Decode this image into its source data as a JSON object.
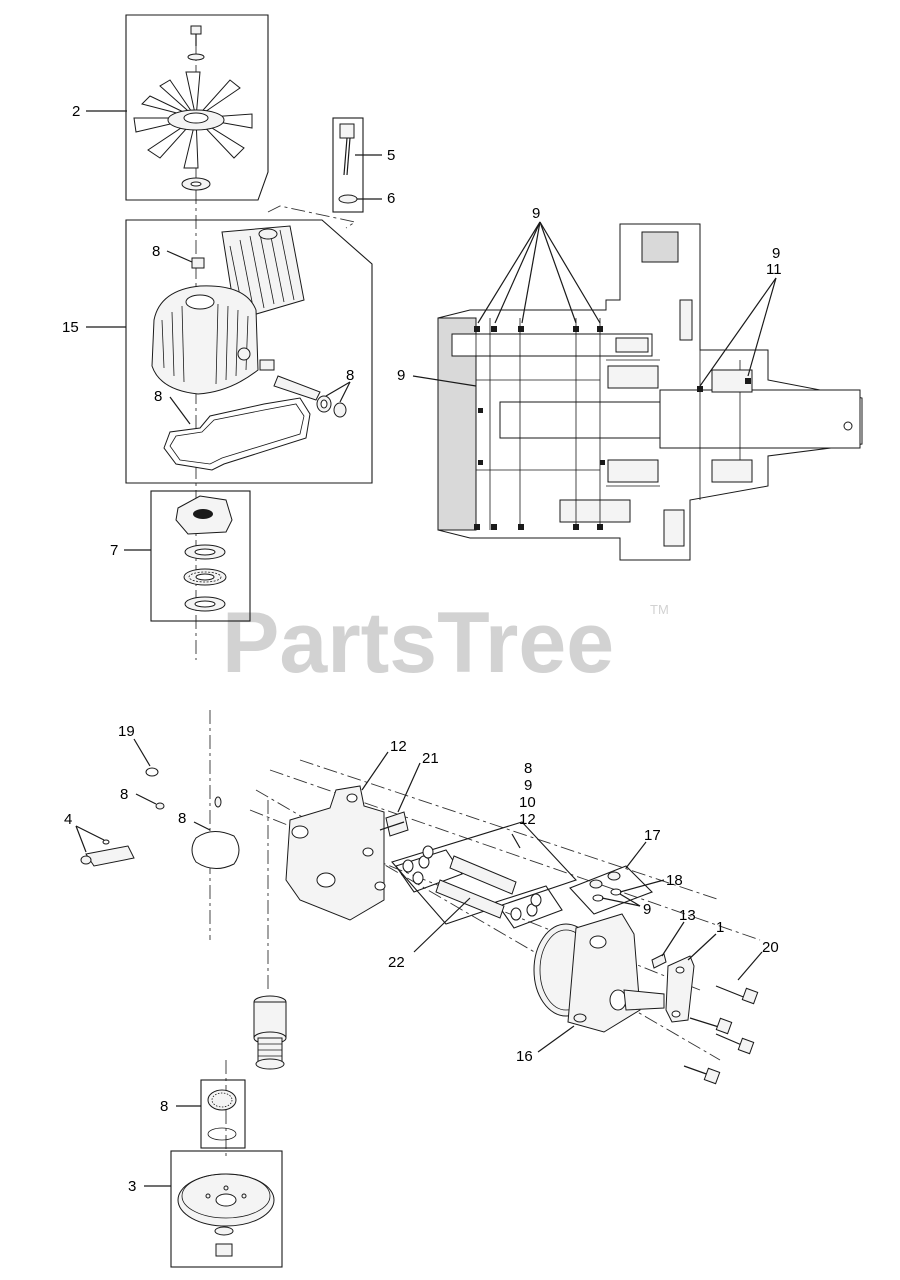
{
  "watermark": {
    "text": "PartsTree",
    "trademark": "TM",
    "color": "#d2d2d2"
  },
  "callouts": {
    "c2": "2",
    "c5": "5",
    "c6": "6",
    "c8a": "8",
    "c15": "15",
    "c8b": "8",
    "c8c": "8",
    "c7": "7",
    "c9a": "9",
    "c9b": "9",
    "c11": "11",
    "c9c": "9",
    "c19": "19",
    "c8d": "8",
    "c8e": "8",
    "c4": "4",
    "c12a": "12",
    "c21": "21",
    "grp_8": "8",
    "grp_9": "9",
    "grp_10": "10",
    "grp_12": "12",
    "c17": "17",
    "c18": "18",
    "c9d": "9",
    "c13": "13",
    "c1": "1",
    "c20": "20",
    "c22": "22",
    "c16": "16",
    "c8f": "8",
    "c3": "3"
  }
}
